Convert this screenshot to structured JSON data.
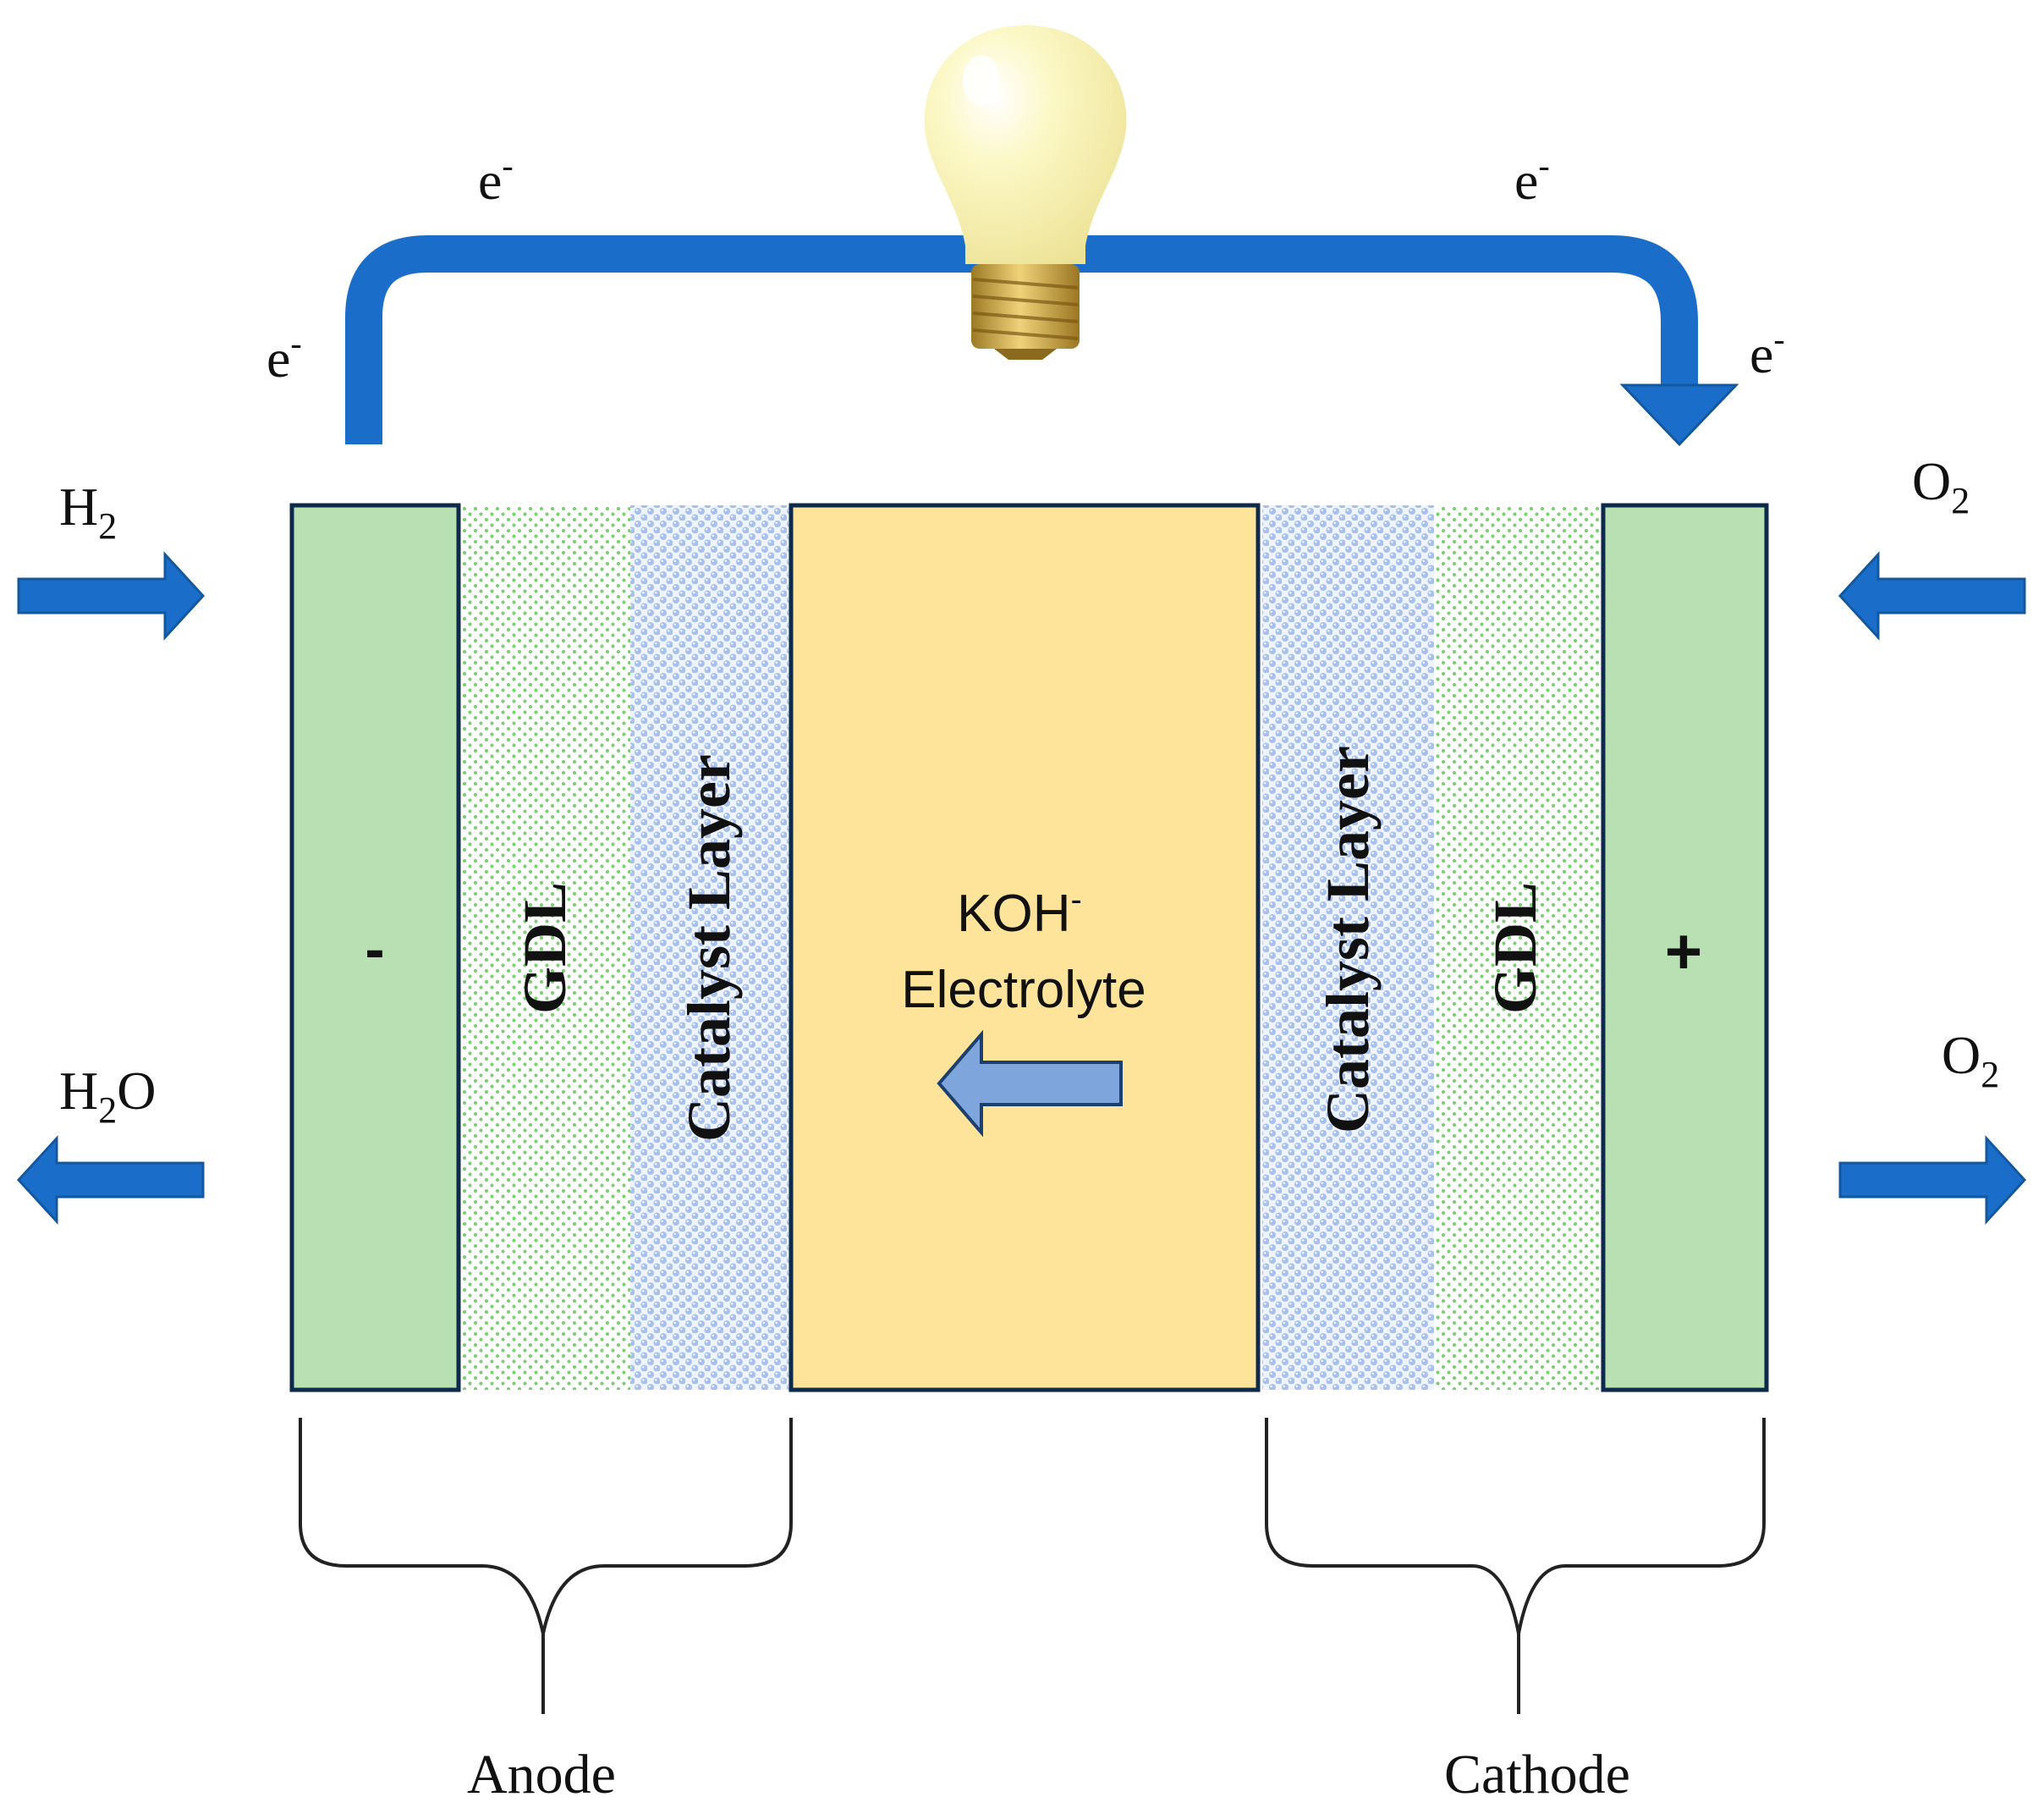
{
  "colors": {
    "arrow": "#1a6ec9",
    "arrow_dark": "#13589f",
    "electrode": "#b9e0b3",
    "gdl_dots": "#7ccf72",
    "catalyst_bg": "#dce6f7",
    "catalyst_dots": "#9db9ea",
    "electrolyte": "#fde49a",
    "ion_arrow": "#7ea6dc",
    "outline": "#0d2a4a",
    "bulb": "#fbf7bf",
    "bulb_base": "#cfa84a"
  },
  "circuit": {
    "electron_top_left": {
      "base": "e",
      "sup": "-"
    },
    "electron_top_right": {
      "base": "e",
      "sup": "-"
    },
    "electron_side_left": {
      "base": "e",
      "sup": "-"
    },
    "electron_side_right": {
      "base": "e",
      "sup": "-"
    }
  },
  "gases": {
    "h2_in": {
      "base": "H",
      "sub": "2",
      "suffix": ""
    },
    "h2o_out": {
      "base": "H",
      "sub": "2",
      "suffix": "O"
    },
    "o2_in": {
      "base": "O",
      "sub": "2",
      "suffix": ""
    },
    "o2_out": {
      "base": "O",
      "sub": "2",
      "suffix": ""
    }
  },
  "cell": {
    "anode_electrode_sign": "-",
    "cathode_electrode_sign": "+",
    "anode_gdl_label": "GDL",
    "anode_catalyst_label": "Catalyst Layer",
    "electrolyte_line1": {
      "base": "KOH",
      "sup": "-"
    },
    "electrolyte_line2": "Electrolyte",
    "cathode_catalyst_label": "Catalyst Layer",
    "cathode_gdl_label": "GDL"
  },
  "braces": {
    "anode_label": "Anode",
    "cathode_label": "Cathode"
  }
}
